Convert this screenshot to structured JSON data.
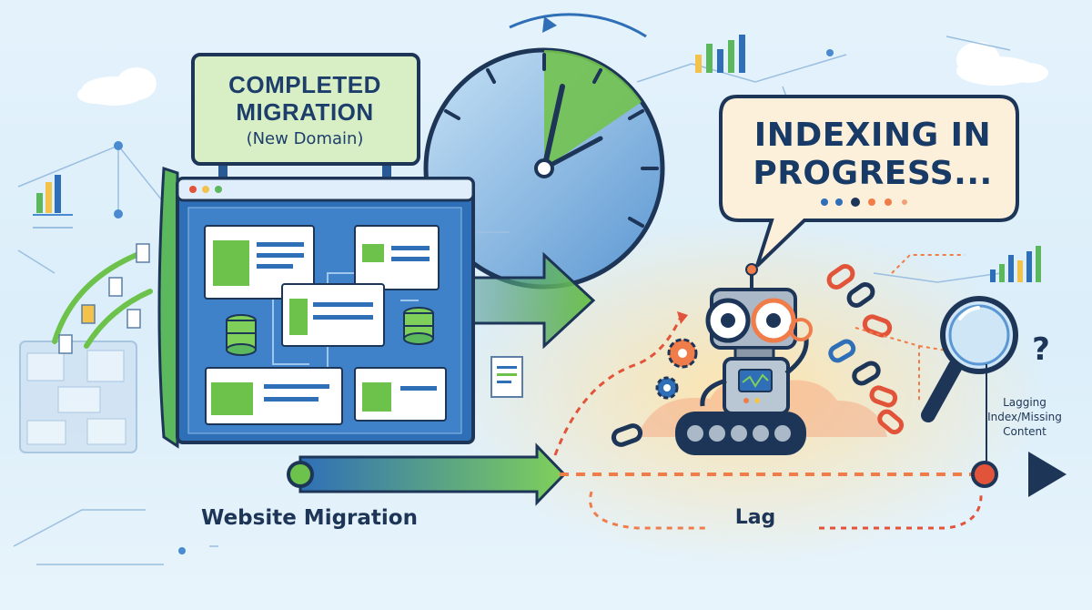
{
  "sign": {
    "title_line1": "COMPLETED",
    "title_line2": "MIGRATION",
    "subtitle": "(New Domain)"
  },
  "bubble": {
    "title_line1": "INDEXING IN",
    "title_line2": "PROGRESS..."
  },
  "timeline": {
    "migration_label": "Website Migration",
    "lag_label": "Lag"
  },
  "status_note": {
    "line1": "Lagging",
    "line2": "Index/Missing",
    "line3": "Content",
    "question_mark": "?"
  },
  "colors": {
    "navy": "#1d3557",
    "brand_blue": "#2f6fb7",
    "migration_green": "#5cb85c",
    "lag_orange": "#f07c4a",
    "lag_red": "#e2543a",
    "sign_fill": "#d8efc6",
    "bubble_fill": "#fdf0da"
  },
  "icons": [
    "server-icon",
    "document-icon",
    "gear-icon",
    "chain-link-icon",
    "magnifier-icon",
    "robot-icon",
    "timer-icon",
    "bar-chart-icon",
    "cloud-icon"
  ]
}
